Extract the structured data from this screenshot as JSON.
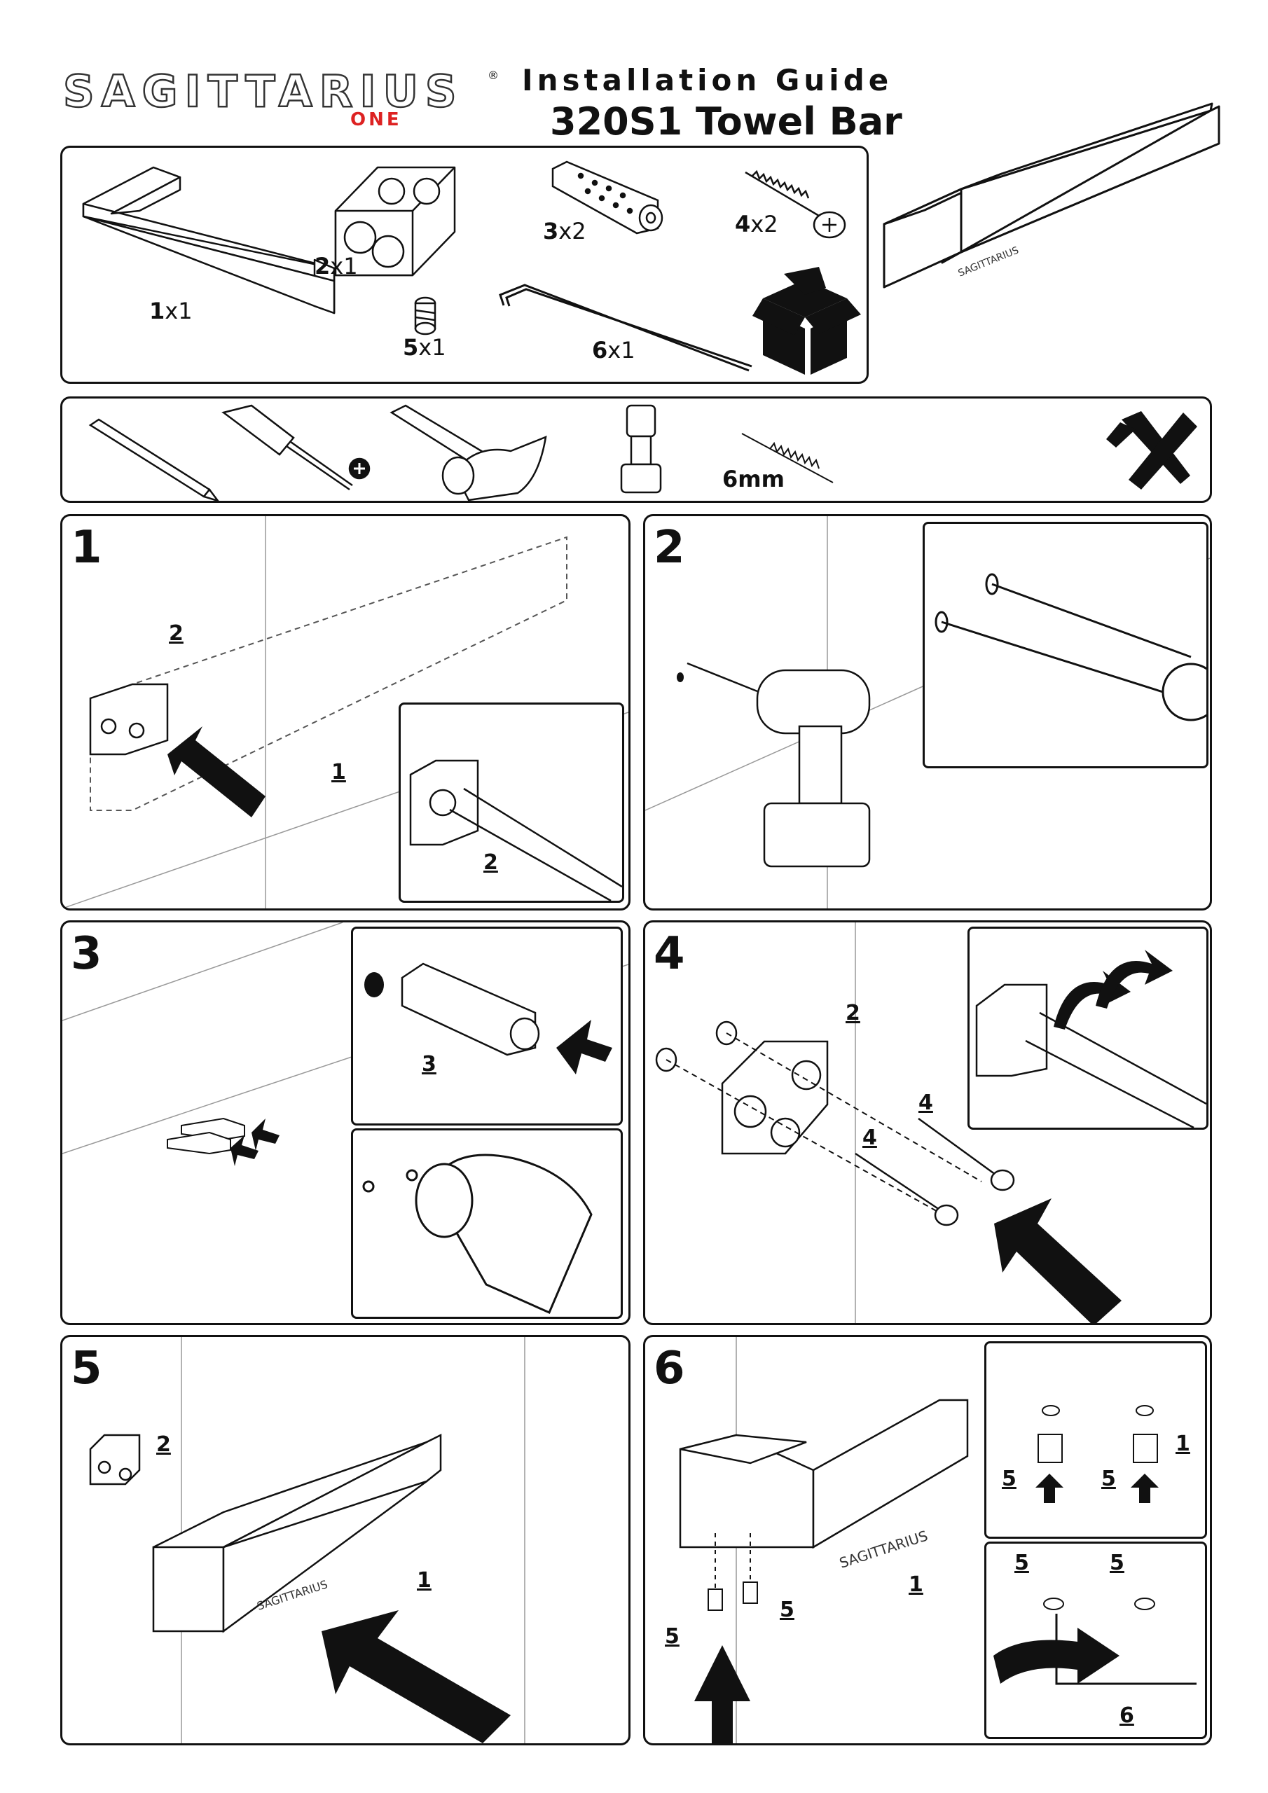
{
  "header": {
    "brand_name": "SAGITTARIUS",
    "brand_sub": "ONE",
    "registered": "®",
    "guide_title": "Installation Guide",
    "product_title": "320S1 Towel Bar"
  },
  "parts": [
    {
      "num": "1",
      "qty": "x1"
    },
    {
      "num": "2",
      "qty": "x1"
    },
    {
      "num": "3",
      "qty": "x2"
    },
    {
      "num": "4",
      "qty": "x2"
    },
    {
      "num": "5",
      "qty": "x1"
    },
    {
      "num": "6",
      "qty": "x1"
    }
  ],
  "tools": {
    "drill_bit_size": "6mm",
    "items": [
      "pencil-icon",
      "phillips-screwdriver-icon",
      "hammer-icon",
      "cordless-drill-icon",
      "drill-bit-icon",
      "tools-icon"
    ]
  },
  "steps": [
    {
      "number": "1",
      "callouts": [
        "2",
        "1",
        "2"
      ]
    },
    {
      "number": "2",
      "callouts": []
    },
    {
      "number": "3",
      "callouts": [
        "3"
      ]
    },
    {
      "number": "4",
      "callouts": [
        "2",
        "4",
        "4"
      ]
    },
    {
      "number": "5",
      "callouts": [
        "2",
        "1"
      ]
    },
    {
      "number": "6",
      "callouts": [
        "5",
        "5",
        "1",
        "5",
        "5",
        "1",
        "5",
        "5",
        "6"
      ]
    }
  ],
  "product_logo_text": "SAGITTARIUS"
}
